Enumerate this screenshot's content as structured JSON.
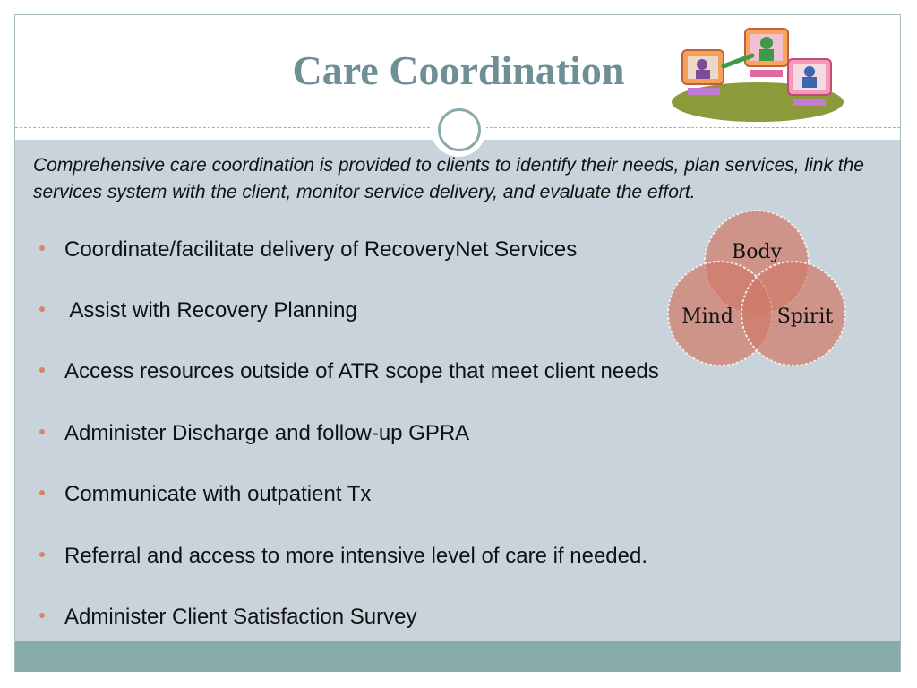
{
  "slide": {
    "title": "Care Coordination",
    "intro": "Comprehensive care coordination is provided to clients to identify their needs, plan services, link the services system with the client, monitor service delivery, and evaluate the effort.",
    "bullets": [
      "Coordinate/facilitate delivery of RecoveryNet Services",
      " Assist with Recovery Planning",
      "Access resources outside of ATR scope that meet client needs",
      "Administer Discharge and follow-up GPRA",
      "Communicate with outpatient Tx",
      "Referral and access to more intensive level of care if needed.",
      "Administer Client Satisfaction Survey"
    ],
    "venn": {
      "top": "Body",
      "left": "Mind",
      "right": "Spirit"
    }
  },
  "colors": {
    "title": "#6e8f96",
    "content_background": "#c8d3db",
    "footer_bar": "#87abab",
    "bullet_dot": "#d9826a",
    "venn_fill": "#d07a6a"
  },
  "icons": {
    "clipart": "people-at-computers-icon",
    "divider_ring": "ring-icon"
  }
}
